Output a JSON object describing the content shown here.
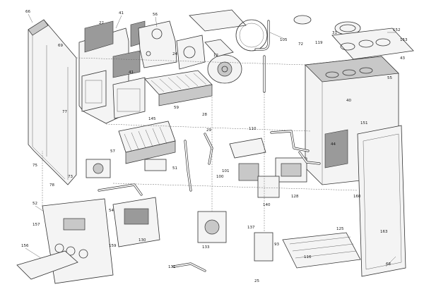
{
  "diagram": {
    "callouts": {
      "c1": "66",
      "c2": "41",
      "c3": "56",
      "c4": "22",
      "c5": "69",
      "c6": "41",
      "c7": "24",
      "c8": "12",
      "c9": "105",
      "c10": "72",
      "c11": "119",
      "c12": "31",
      "c13": "152",
      "c14": "153",
      "c15": "43",
      "c16": "55",
      "c17": "77",
      "c18": "40",
      "c19": "151",
      "c20": "44",
      "c21": "145",
      "c22": "57",
      "c23": "52",
      "c24": "101",
      "c25": "29",
      "c26": "100",
      "c27": "51",
      "c28": "140",
      "c29": "157",
      "c30": "159",
      "c31": "130",
      "c32": "133",
      "c33": "73",
      "c34": "78",
      "c35": "163",
      "c36": "125",
      "c37": "160",
      "c38": "68",
      "c39": "156",
      "c40": "93",
      "c41": "137",
      "c42": "128",
      "c43": "54",
      "c44": "25",
      "c45": "116",
      "c46": "59",
      "c47": "110",
      "c48": "28",
      "c49": "131",
      "c50": "75"
    }
  }
}
